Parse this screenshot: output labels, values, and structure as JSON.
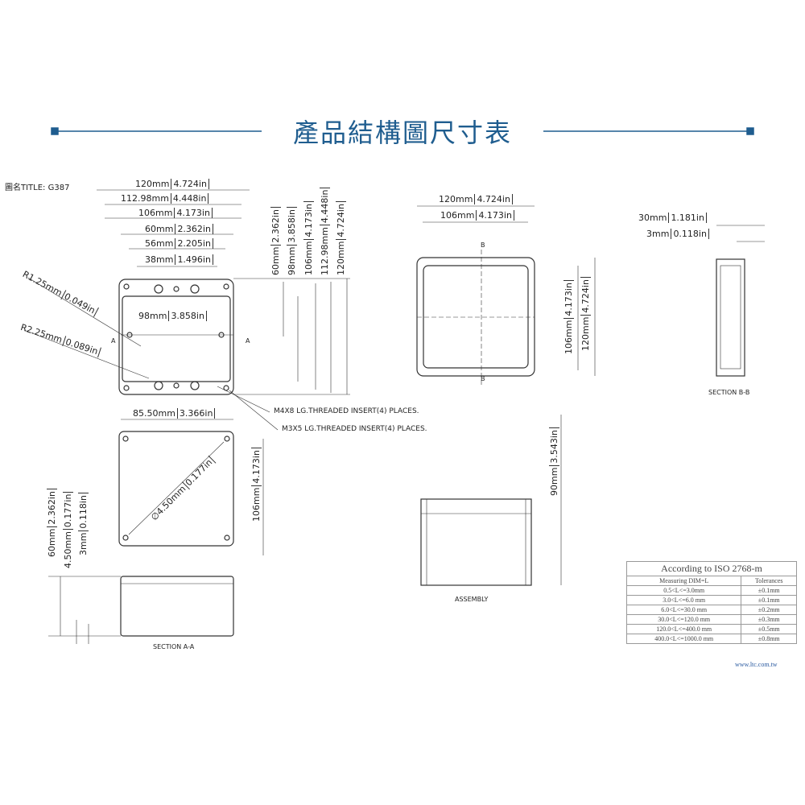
{
  "header": {
    "title": "產品結構圖尺寸表",
    "accent": "#1f5d8f"
  },
  "title_block": "圖名TITLE: G387",
  "top_view": {
    "h_dims": [
      {
        "mm": "120mm",
        "in": "4.724in"
      },
      {
        "mm": "112.98mm",
        "in": "4.448in"
      },
      {
        "mm": "106mm",
        "in": "4.173in"
      },
      {
        "mm": "60mm",
        "in": "2.362in"
      },
      {
        "mm": "56mm",
        "in": "2.205in"
      },
      {
        "mm": "38mm",
        "in": "1.496in"
      }
    ],
    "v_dims": [
      {
        "mm": "60mm",
        "in": "2.362in"
      },
      {
        "mm": "98mm",
        "in": "3.858in"
      },
      {
        "mm": "106mm",
        "in": "4.173in"
      },
      {
        "mm": "112.98mm",
        "in": "4.448in"
      },
      {
        "mm": "120mm",
        "in": "4.724in"
      }
    ],
    "inner": {
      "mm": "98mm",
      "in": "3.858in"
    },
    "r1": {
      "mm": "R1.25mm",
      "in": "0.049in"
    },
    "r2": {
      "mm": "R2.25mm",
      "in": "0.089in"
    },
    "section_mark": "A",
    "note1": "M4X8 LG.THREADED INSERT(4) PLACES.",
    "note2": "M3X5 LG.THREADED INSERT(4) PLACES."
  },
  "bottom_view": {
    "h_dim": {
      "mm": "85.50mm",
      "in": "3.366in"
    },
    "diameter": {
      "mm": "∅4.50mm",
      "in": "0.177in"
    },
    "v_dim": {
      "mm": "106mm",
      "in": "4.173in"
    }
  },
  "section_aa": {
    "label": "SECTION A-A",
    "dims": [
      {
        "mm": "60mm",
        "in": "2.362in"
      },
      {
        "mm": "4.50mm",
        "in": "0.177in"
      },
      {
        "mm": "3mm",
        "in": "0.118in"
      }
    ]
  },
  "side_view": {
    "h_dims": [
      {
        "mm": "120mm",
        "in": "4.724in"
      },
      {
        "mm": "106mm",
        "in": "4.173in"
      }
    ],
    "v_dims": [
      {
        "mm": "106mm",
        "in": "4.173in"
      },
      {
        "mm": "120mm",
        "in": "4.724in"
      }
    ],
    "section_mark": "B"
  },
  "section_bb": {
    "label": "SECTION B-B",
    "dims": [
      {
        "mm": "30mm",
        "in": "1.181in"
      },
      {
        "mm": "3mm",
        "in": "0.118in"
      }
    ]
  },
  "assembly": {
    "label": "ASSEMBLY",
    "dim": {
      "mm": "90mm",
      "in": "3.543in"
    }
  },
  "tolerance_table": {
    "caption": "According to ISO 2768-m",
    "headers": [
      "Measuring  DIM=L",
      "Tolerances"
    ],
    "rows": [
      [
        "0.5<L<=3.0mm",
        "±0.1mm"
      ],
      [
        "3.0<L<=6.0 mm",
        "±0.1mm"
      ],
      [
        "6.0<L<=30.0 mm",
        "±0.2mm"
      ],
      [
        "30.0<L<=120.0 mm",
        "±0.3mm"
      ],
      [
        "120.0<L<=400.0 mm",
        "±0.5mm"
      ],
      [
        "400.0<L<=1000.0 mm",
        "±0.8mm"
      ]
    ]
  },
  "website": "www.ltc.com.tw"
}
